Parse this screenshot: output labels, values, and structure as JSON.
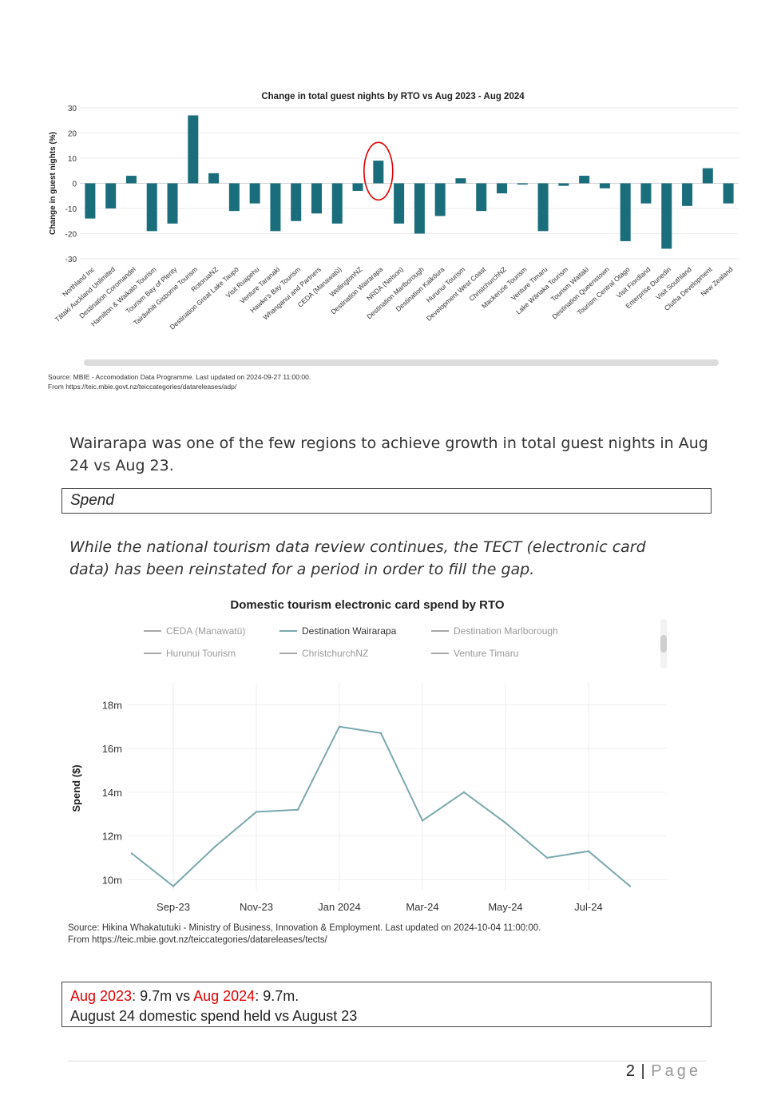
{
  "chart1": {
    "title": "Change in total guest nights by RTO vs Aug 2023 - Aug 2024",
    "ylabel": "Change in guest nights (%)",
    "source_line1": "Source: MBIE - Accomodation Data Programme. Last updated on 2024-09-27 11:00:00.",
    "source_line2": "From https://teic.mbie.govt.nz/teiccategories/datareleases/adp/"
  },
  "chart2": {
    "title": "Domestic tourism electronic card spend by RTO",
    "ylabel": "Spend ($)",
    "source_line1": "Source: Hikina Whakatutuki - Ministry of Business, Innovation & Employment. Last updated on 2024-10-04 11:00:00.",
    "source_line2": "From https://teic.mbie.govt.nz/teiccategories/datareleases/tects/"
  },
  "chart_data": [
    {
      "type": "bar",
      "title": "Change in total guest nights by RTO vs Aug 2023 - Aug 2024",
      "ylabel": "Change in guest nights (%)",
      "xlabel": "",
      "ylim": [
        -30,
        30
      ],
      "yticks": [
        30,
        20,
        10,
        0,
        -10,
        -20,
        -30
      ],
      "grid": true,
      "bar_color": "#1a6e7c",
      "highlight_color": "#e00000",
      "highlight_category": "Destination Wairarapa",
      "categories": [
        "Northland Inc",
        "Tātaki Auckland Unlimited",
        "Destination Coromandel",
        "Hamilton & Waikato Tourism",
        "Tourism Bay of Plenty",
        "Tairāwhiti Gisborne Tourism",
        "RotoruaNZ",
        "Destination Great Lake Taupō",
        "Visit Ruapehu",
        "Venture Taranaki",
        "Hawke's Bay Tourism",
        "Whanganui and Partners",
        "CEDA (Manawatū)",
        "WellingtonNZ",
        "Destination Wairarapa",
        "NRDA (Nelson)",
        "Destination Marlborough",
        "Destination Kaikōura",
        "Hurunui Tourism",
        "Development West Coast",
        "ChristchurchNZ",
        "Mackenzie Tourism",
        "Venture Timaru",
        "Lake Wānaka Tourism",
        "Tourism Waitaki",
        "Destination Queenstown",
        "Tourism Central Otago",
        "Visit Fiordland",
        "Enterprise Dunedin",
        "Visit Southland",
        "Clutha Development",
        "New Zealand"
      ],
      "values": [
        -14,
        -10,
        3,
        -19,
        -16,
        27,
        4,
        -11,
        -8,
        -19,
        -15,
        -12,
        -16,
        -3,
        9,
        -16,
        -20,
        -13,
        2,
        -11,
        -4,
        -0.5,
        -19,
        -1,
        3,
        -2,
        -23,
        -8,
        -26,
        -9,
        6,
        -8
      ]
    },
    {
      "type": "line",
      "title": "Domestic tourism electronic card spend by RTO",
      "ylabel": "Spend ($)",
      "xlabel": "",
      "ylim": [
        9.5,
        19
      ],
      "yticks": [
        10,
        12,
        14,
        16,
        18
      ],
      "ytick_labels": [
        "10m",
        "12m",
        "14m",
        "16m",
        "18m"
      ],
      "xticks": [
        "Sep-23",
        "Nov-23",
        "Jan 2024",
        "Mar-24",
        "May-24",
        "Jul-24"
      ],
      "x": [
        "2023-08",
        "2023-09",
        "2023-10",
        "2023-11",
        "2023-12",
        "2024-01",
        "2024-02",
        "2024-03",
        "2024-04",
        "2024-05",
        "2024-06",
        "2024-07",
        "2024-08"
      ],
      "legend_position": "top",
      "grid": true,
      "series": [
        {
          "name": "CEDA (Manawatū)",
          "color": "#a8a8a8",
          "values": []
        },
        {
          "name": "Destination Wairarapa",
          "color": "#7aa8ad",
          "active": true,
          "values": [
            11.2,
            9.7,
            11.5,
            13.1,
            13.2,
            17.0,
            16.7,
            12.7,
            14.0,
            12.6,
            11.0,
            11.3,
            9.7
          ]
        },
        {
          "name": "Destination Marlborough",
          "color": "#a8a8a8",
          "values": []
        },
        {
          "name": "Hurunui Tourism",
          "color": "#a8a8a8",
          "values": []
        },
        {
          "name": "ChristchurchNZ",
          "color": "#a8a8a8",
          "values": []
        },
        {
          "name": "Venture Timaru",
          "color": "#a8a8a8",
          "values": []
        }
      ]
    }
  ],
  "text": {
    "para1": "Wairarapa was one of the few regions to achieve growth in total guest nights in Aug 24 vs Aug 23.",
    "spend_heading": "Spend",
    "note": "While the national tourism data review continues, the TECT (electronic card data) has been reinstated for a period in order to fill the gap.",
    "aug2023": "Aug 2023",
    "aug2023_val": ": 9.7m vs ",
    "aug2024": "Aug 2024",
    "aug2024_val": ": 9.7m.",
    "summary": "August 24 domestic spend held vs August 23"
  },
  "footer": {
    "page_number": "2",
    "separator": "|",
    "page_word": "Page"
  }
}
